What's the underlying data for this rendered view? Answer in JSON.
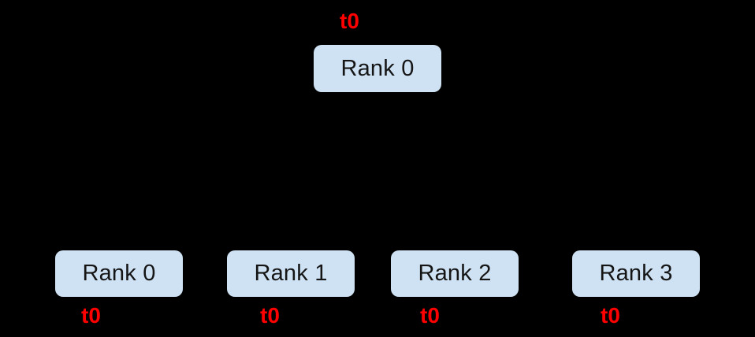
{
  "diagram": {
    "background_color": "#000000",
    "node_fill_color": "#cfe2f3",
    "node_text_color": "#151515",
    "tag_color": "#ff0000",
    "root": {
      "label": "Rank 0",
      "tag": "t0"
    },
    "leaves": [
      {
        "label": "Rank 0",
        "tag": "t0"
      },
      {
        "label": "Rank 1",
        "tag": "t0"
      },
      {
        "label": "Rank 2",
        "tag": "t0"
      },
      {
        "label": "Rank 3",
        "tag": "t0"
      }
    ]
  }
}
